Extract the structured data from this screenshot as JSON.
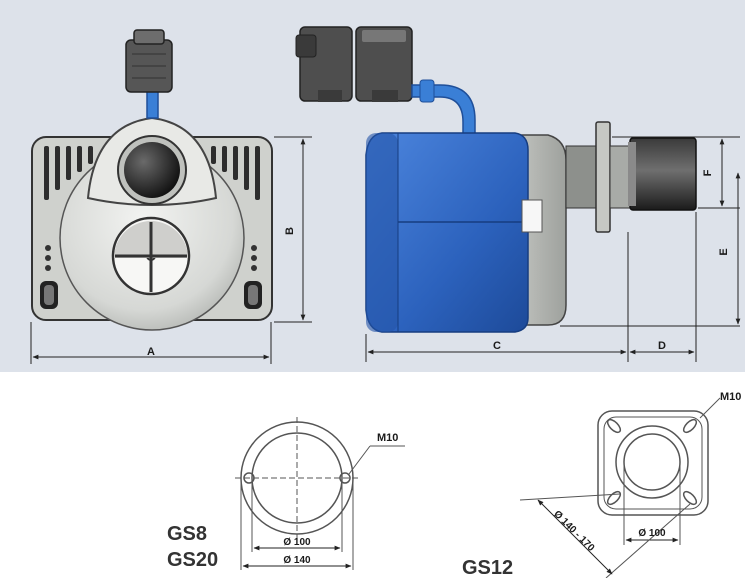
{
  "top_view": {
    "labels": {
      "a": "A",
      "b": "B",
      "c": "C",
      "d": "D",
      "e": "E",
      "f": "F"
    }
  },
  "flanges": {
    "left": {
      "models": [
        "GS8",
        "GS20"
      ],
      "bolt": "M10",
      "inner_dia": "Ø 100",
      "outer_dia": "Ø 140"
    },
    "right": {
      "model": "GS12",
      "bolt": "M10",
      "inner_dia": "Ø 100",
      "diag_dia": "Ø 140 - 170"
    }
  },
  "colors": {
    "panel_bg": "#dde2ea",
    "burner_blue": "#2f67c4",
    "housing_grey": "#b9bcb8",
    "dark": "#2b2b2b"
  }
}
